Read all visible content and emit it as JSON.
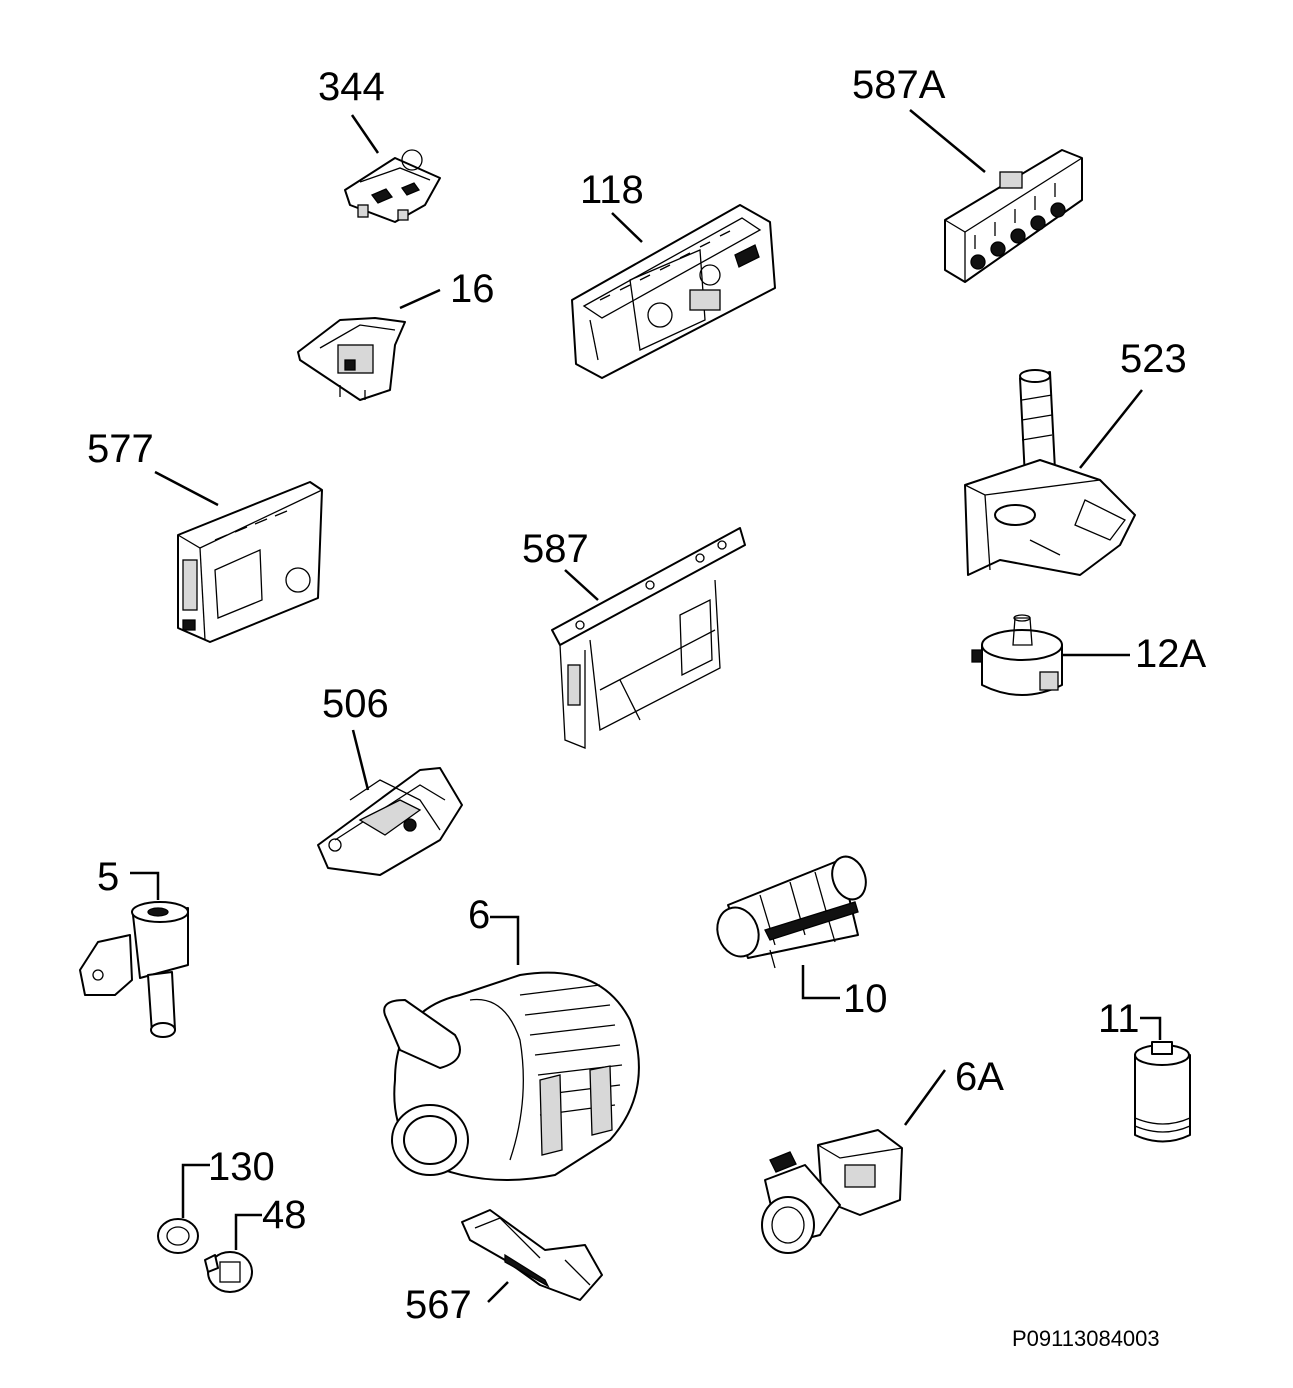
{
  "diagram": {
    "drawing_code": "P09113084003",
    "parts": [
      {
        "id": "part-344",
        "label": "344"
      },
      {
        "id": "part-587a",
        "label": "587A"
      },
      {
        "id": "part-118",
        "label": "118"
      },
      {
        "id": "part-16",
        "label": "16"
      },
      {
        "id": "part-523",
        "label": "523"
      },
      {
        "id": "part-577",
        "label": "577"
      },
      {
        "id": "part-587",
        "label": "587"
      },
      {
        "id": "part-12a",
        "label": "12A"
      },
      {
        "id": "part-506",
        "label": "506"
      },
      {
        "id": "part-5",
        "label": "5"
      },
      {
        "id": "part-6",
        "label": "6"
      },
      {
        "id": "part-10",
        "label": "10"
      },
      {
        "id": "part-11",
        "label": "11"
      },
      {
        "id": "part-6a",
        "label": "6A"
      },
      {
        "id": "part-130",
        "label": "130"
      },
      {
        "id": "part-48",
        "label": "48"
      },
      {
        "id": "part-567",
        "label": "567"
      }
    ]
  }
}
